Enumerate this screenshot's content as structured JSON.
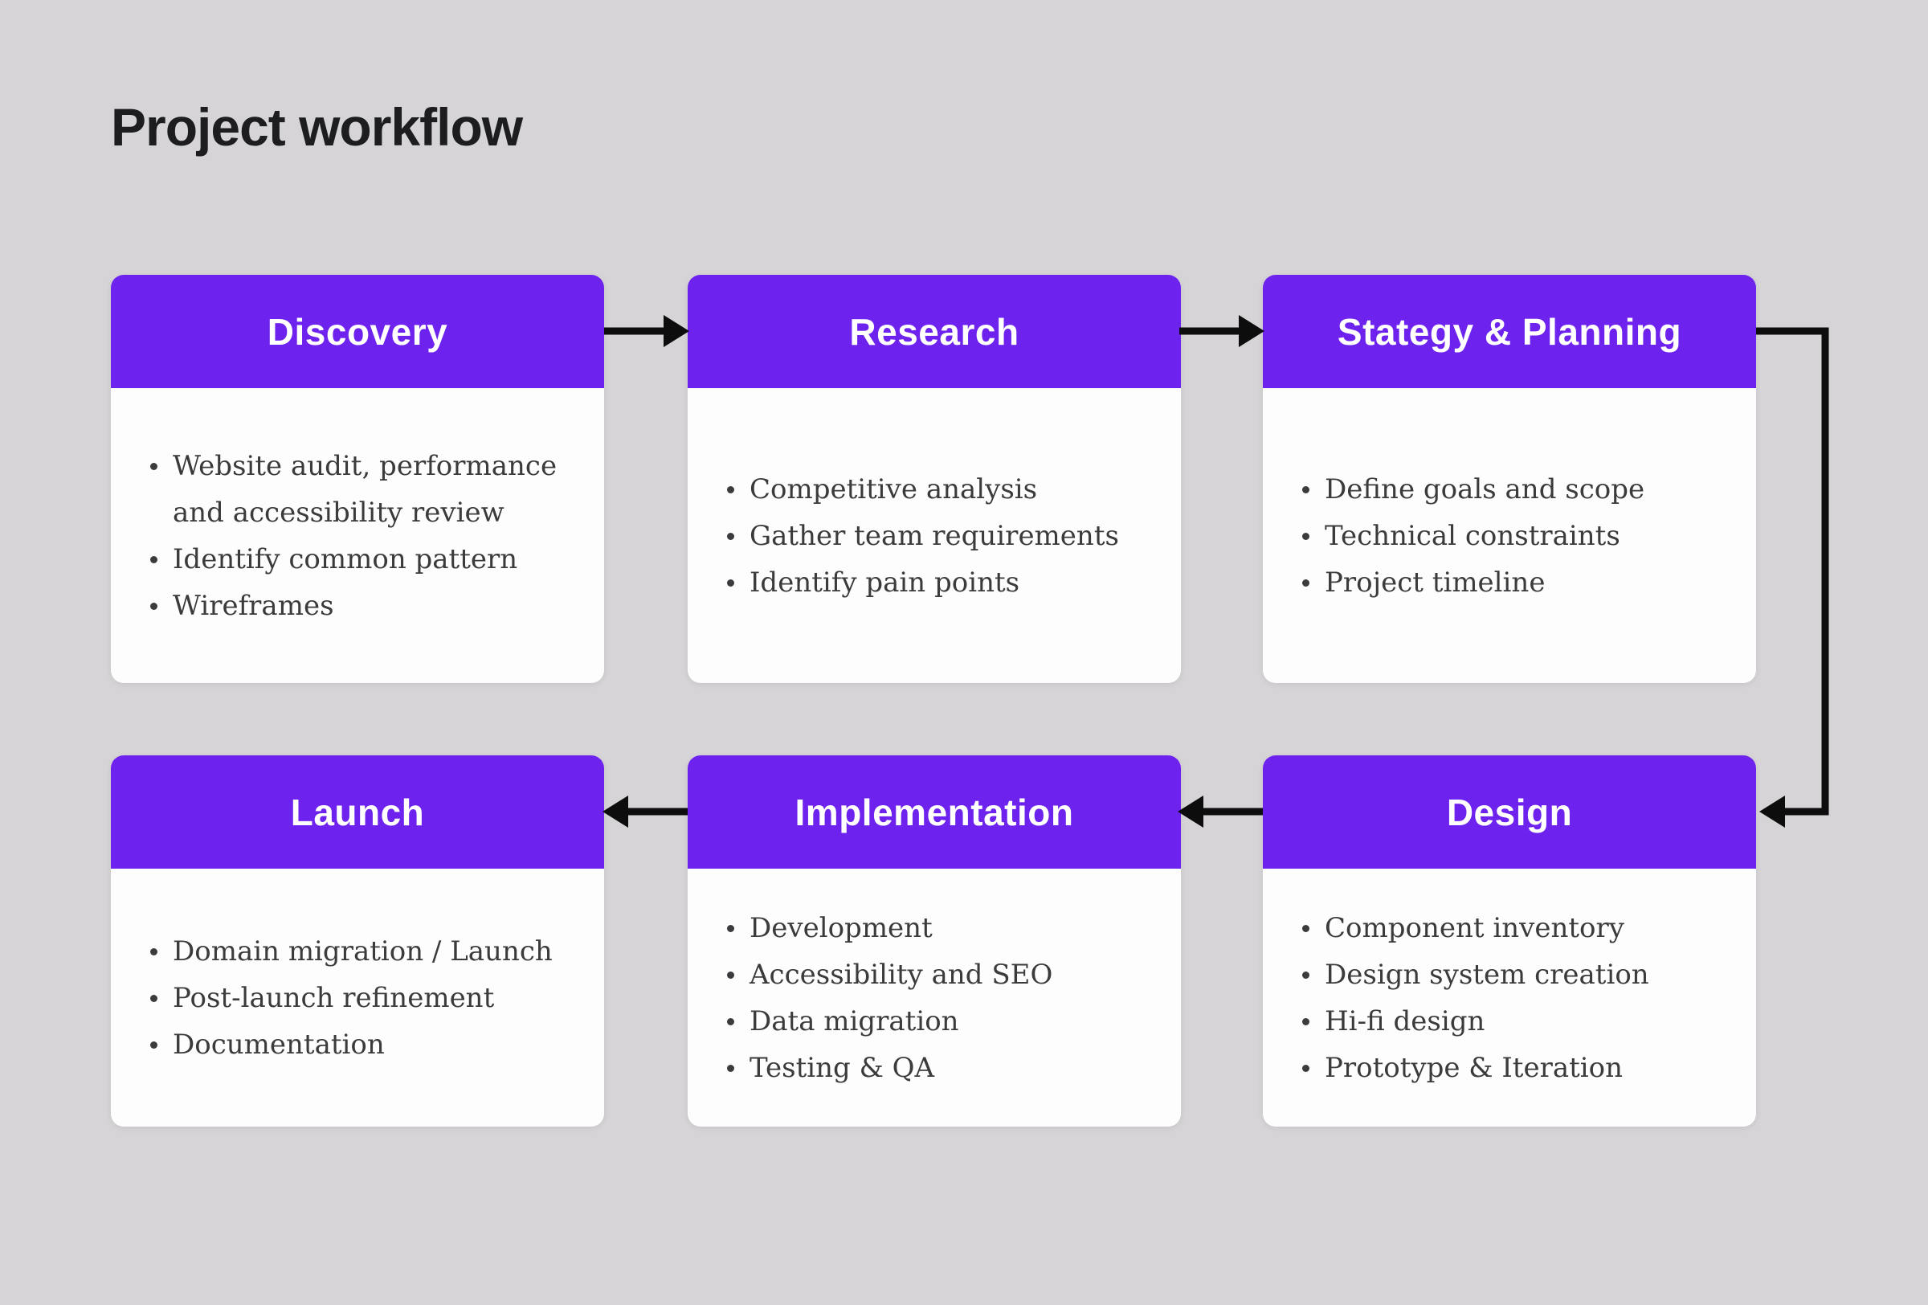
{
  "page": {
    "title": "Project workflow"
  },
  "colors": {
    "background": "#d6d4d6",
    "accent_purple": "#6e22ee",
    "card_white": "#fdfdfd",
    "header_text": "#ffffff",
    "body_text": "#3b3b3d",
    "title_text": "#1d1d1f",
    "arrow_black": "#0d0d0d"
  },
  "cards": [
    {
      "title": "Discovery",
      "items": [
        "Website audit, performance and accessibility review",
        "Identify common pattern",
        "Wireframes"
      ]
    },
    {
      "title": "Research",
      "items": [
        "Competitive analysis",
        "Gather team requirements",
        "Identify pain points"
      ]
    },
    {
      "title": "Stategy & Planning",
      "items": [
        "Define goals and scope",
        "Technical constraints",
        "Project timeline"
      ]
    },
    {
      "title": "Launch",
      "items": [
        "Domain migration / Launch",
        "Post-launch refinement",
        "Documentation"
      ]
    },
    {
      "title": "Implementation",
      "items": [
        "Development",
        "Accessibility and SEO",
        "Data migration",
        "Testing & QA"
      ]
    },
    {
      "title": "Design",
      "items": [
        "Component inventory",
        "Design system creation",
        "Hi-fi design",
        "Prototype & Iteration"
      ]
    }
  ],
  "flow_order": [
    "Discovery",
    "Research",
    "Stategy & Planning",
    "Design",
    "Implementation",
    "Launch"
  ]
}
